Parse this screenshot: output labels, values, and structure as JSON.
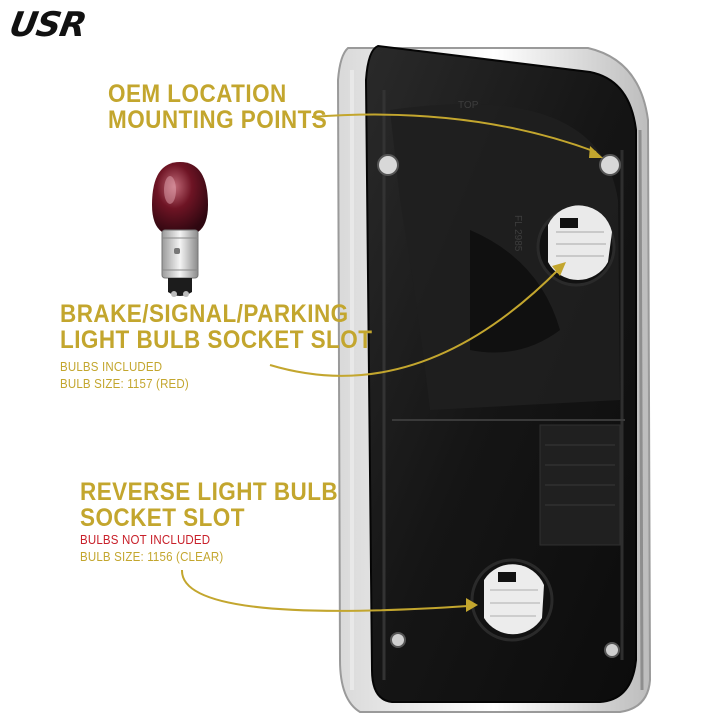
{
  "brand": {
    "logo_text": "USR"
  },
  "callouts": {
    "mounting": {
      "line1": "OEM LOCATION",
      "line2": "MOUNTING POINTS"
    },
    "brake": {
      "line1": "BRAKE/SIGNAL/PARKING",
      "line2": "LIGHT BULB SOCKET SLOT",
      "note1": "BULBS INCLUDED",
      "note2": "BULB SIZE: 1157 (RED)"
    },
    "reverse": {
      "line1": "REVERSE LIGHT BULB",
      "line2": "SOCKET SLOT",
      "note1": "BULBS NOT INCLUDED",
      "note2": "BULB SIZE: 1156 (CLEAR)"
    }
  },
  "housing_marks": {
    "top_mark": "TOP",
    "part_mark": "FL 2985"
  },
  "colors": {
    "accent_gold": "#c3a62e",
    "warning_red": "#c8202a",
    "housing_black": "#1a1a1a"
  }
}
